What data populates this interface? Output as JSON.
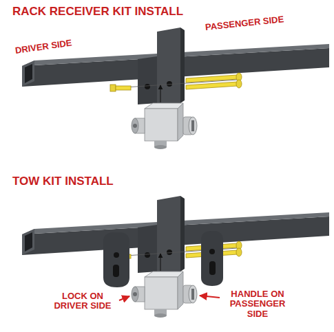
{
  "diagram": {
    "labels": [
      "RACK RECEIVER KIT INSTALL",
      "PASSENGER SIDE",
      "DRIVER SIDE",
      "TOW KIT INSTALL",
      "LOCK ON DRIVER SIDE",
      "HANDLE ON PASSENGER SIDE"
    ]
  }
}
